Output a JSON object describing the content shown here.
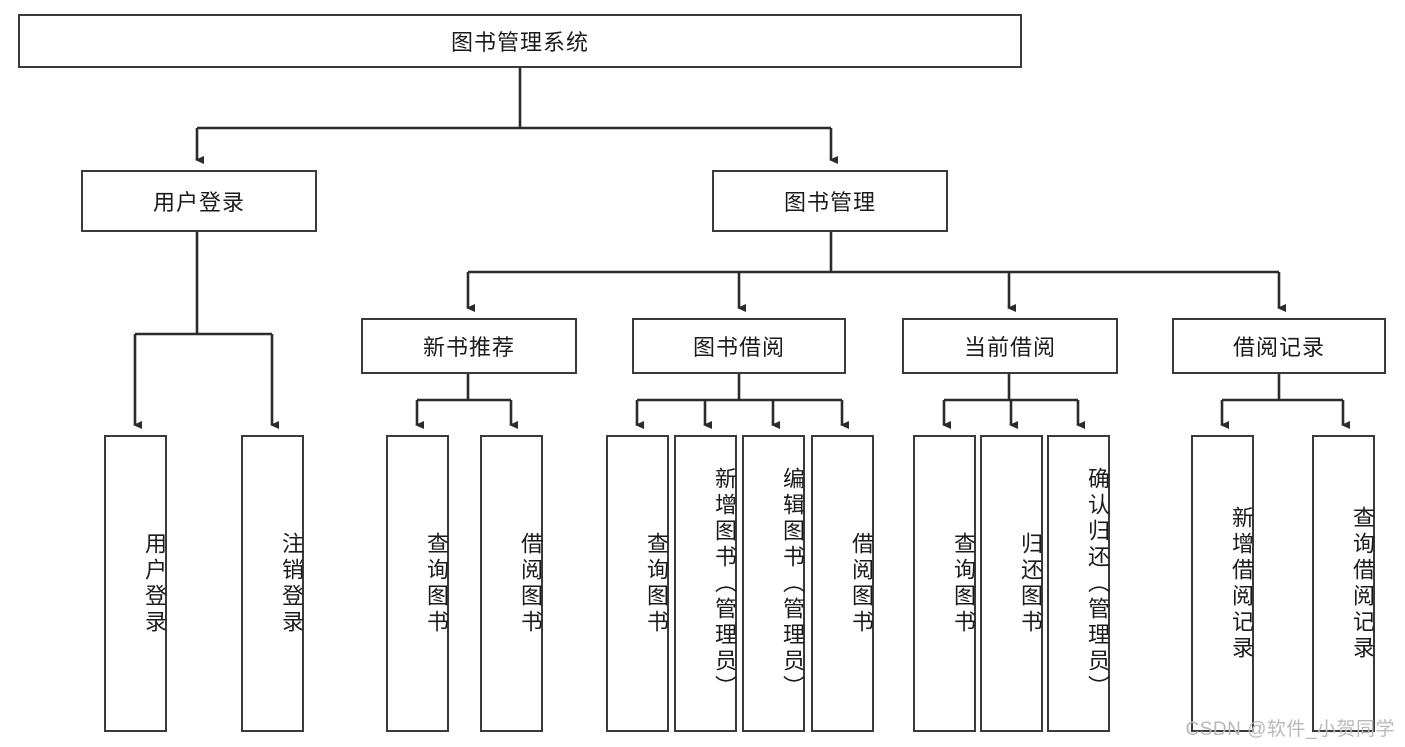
{
  "diagram": {
    "title": "图书管理系统",
    "type": "tree",
    "watermark": "CSDN @软件_小贺同学",
    "colors": {
      "box_border": "#3a3a3a",
      "box_fill": "#ffffff",
      "connector": "#2b2b2b",
      "text": "#1b1b1b",
      "watermark": "#b9b9b9"
    },
    "nodes": {
      "root": {
        "label": "图书管理系统"
      },
      "level2": [
        {
          "id": "user-login",
          "label": "用户登录"
        },
        {
          "id": "book-manage",
          "label": "图书管理"
        }
      ],
      "level3": [
        {
          "id": "new-book-recommend",
          "label": "新书推荐"
        },
        {
          "id": "book-borrow",
          "label": "图书借阅"
        },
        {
          "id": "current-borrow",
          "label": "当前借阅"
        },
        {
          "id": "borrow-record",
          "label": "借阅记录"
        }
      ],
      "leaves": [
        {
          "id": "leaf-user-login",
          "label": "用户登录",
          "parent": "user-login"
        },
        {
          "id": "leaf-user-logout",
          "label": "注销登录",
          "parent": "user-login"
        },
        {
          "id": "leaf-query-book-1",
          "label": "查询图书",
          "parent": "new-book-recommend"
        },
        {
          "id": "leaf-borrow-book-1",
          "label": "借阅图书",
          "parent": "new-book-recommend"
        },
        {
          "id": "leaf-query-book-2",
          "label": "查询图书",
          "parent": "book-borrow"
        },
        {
          "id": "leaf-add-book",
          "label": "新增图书（管理员）",
          "parent": "book-borrow"
        },
        {
          "id": "leaf-edit-book",
          "label": "编辑图书（管理员）",
          "parent": "book-borrow"
        },
        {
          "id": "leaf-borrow-book-2",
          "label": "借阅图书",
          "parent": "book-borrow"
        },
        {
          "id": "leaf-query-book-3",
          "label": "查询图书",
          "parent": "current-borrow"
        },
        {
          "id": "leaf-return-book",
          "label": "归还图书",
          "parent": "current-borrow"
        },
        {
          "id": "leaf-confirm-return",
          "label": "确认归还（管理员）",
          "parent": "current-borrow"
        },
        {
          "id": "leaf-add-record",
          "label": "新增借阅记录",
          "parent": "borrow-record"
        },
        {
          "id": "leaf-query-record",
          "label": "查询借阅记录",
          "parent": "borrow-record"
        }
      ]
    }
  }
}
